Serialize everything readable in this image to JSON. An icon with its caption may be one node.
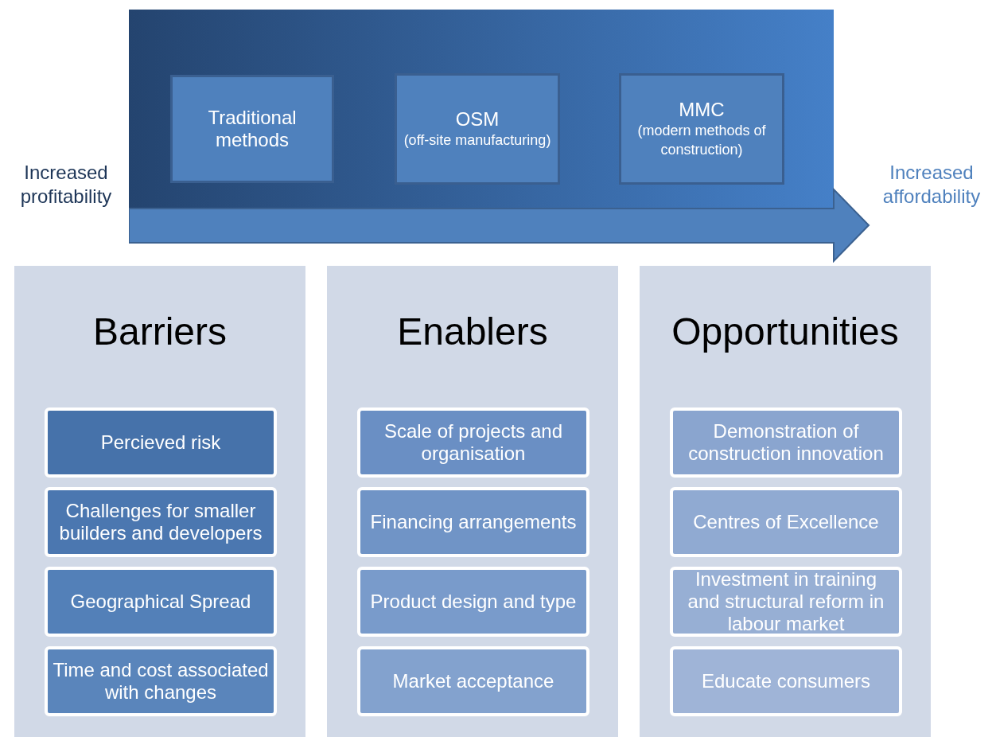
{
  "diagram": {
    "nodes": [
      {
        "text": [],
        "shape": "arrow"
      },
      {
        "text": [
          "Traditional methods"
        ],
        "in": 0
      },
      {
        "text": [
          "OSM",
          "(off-site manufacturing)"
        ],
        "in": 0
      },
      {
        "text": [
          "MMC",
          "(modern methods of construction)"
        ],
        "in": 0
      },
      {
        "text": [
          "Barriers"
        ]
      },
      {
        "text": [
          "Percieved risk"
        ],
        "in": 4
      },
      {
        "text": [
          "Challenges for smaller builders and developers"
        ],
        "in": 4
      },
      {
        "text": [
          "Geographical Spread"
        ],
        "in": 4
      },
      {
        "text": [
          "Time and cost associated with changes"
        ],
        "in": 4
      },
      {
        "text": [
          "Enablers"
        ]
      },
      {
        "text": [
          "Scale of projects and organisation"
        ],
        "in": 9
      },
      {
        "text": [
          "Financing arrangements"
        ],
        "in": 9
      },
      {
        "text": [
          "Product design and type"
        ],
        "in": 9
      },
      {
        "text": [
          "Market acceptance"
        ],
        "in": 9
      },
      {
        "text": [
          "Opportunities"
        ]
      },
      {
        "text": [
          "Demonstration of construction innovation"
        ],
        "in": 14
      },
      {
        "text": [
          "Centres of Excellence"
        ],
        "in": 14
      },
      {
        "text": [
          "Investment in training and structural reform in labour market"
        ],
        "in": 14
      },
      {
        "text": [
          "Educate consumers"
        ],
        "in": 14
      }
    ],
    "labels": [
      "Increased profitability",
      "Increased affordability"
    ]
  }
}
